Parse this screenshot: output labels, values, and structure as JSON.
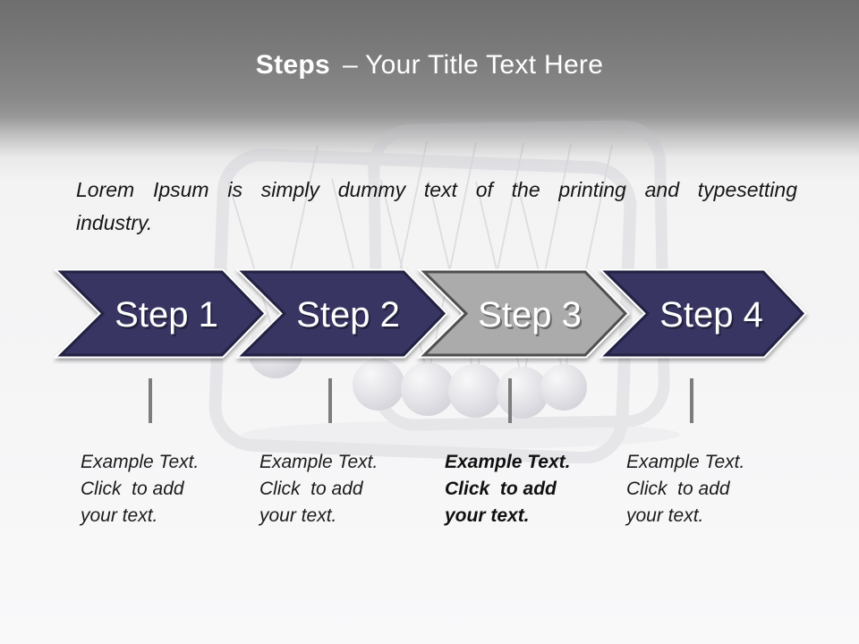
{
  "slide": {
    "title": {
      "keyword": "Steps",
      "rest": "– Your Title Text Here"
    },
    "intro": {
      "line1": "Lorem Ipsum is simply dummy text of the printing and typesetting",
      "line2": "industry."
    },
    "steps": [
      {
        "label": "Step 1",
        "highlighted": false,
        "desc_lines": [
          "Example Text.",
          "Click  to add",
          "your text."
        ]
      },
      {
        "label": "Step 2",
        "highlighted": false,
        "desc_lines": [
          "Example Text.",
          "Click  to add",
          "your text."
        ]
      },
      {
        "label": "Step 3",
        "highlighted": true,
        "desc_lines": [
          "Example Text.",
          "Click  to add",
          "your text."
        ]
      },
      {
        "label": "Step 4",
        "highlighted": false,
        "desc_lines": [
          "Example Text.",
          "Click  to add",
          "your text."
        ]
      }
    ],
    "background": {
      "image": "newtons-cradle-watermark-photo"
    },
    "colors": {
      "header_gray_top": "#6e6e6e",
      "step_navy": "#383564",
      "step_navy_border": "#232043",
      "step_highlight_gray": "#ababab",
      "step_highlight_border": "#4f4f4f",
      "title_text": "#ffffff",
      "body_text": "#1a1a1a",
      "connector_gray": "#7d7d7d"
    }
  }
}
